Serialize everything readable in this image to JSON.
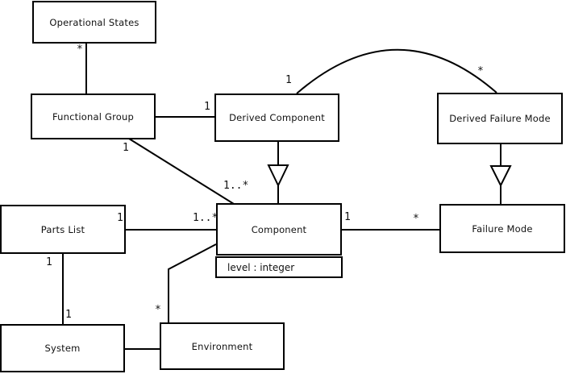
{
  "diagram": {
    "type": "uml-class-diagram",
    "background_color": "#ffffff",
    "line_color": "#000000"
  },
  "classes": [
    {
      "name": "Operational States"
    },
    {
      "name": "Functional Group"
    },
    {
      "name": "Derived Component"
    },
    {
      "name": "Derived Failure Mode"
    },
    {
      "name": "Component",
      "attributes": [
        "level : integer"
      ]
    },
    {
      "name": "Failure Mode"
    },
    {
      "name": "Parts List"
    },
    {
      "name": "System"
    },
    {
      "name": "Environment"
    }
  ],
  "relationships": [
    {
      "from": "Operational States",
      "to": "Functional Group",
      "type": "association",
      "from_label": "*",
      "to_label": ""
    },
    {
      "from": "Functional Group",
      "to": "Derived Component",
      "type": "association",
      "from_label": "",
      "to_label": "1"
    },
    {
      "from": "Functional Group",
      "to": "Component",
      "type": "association",
      "from_label": "1",
      "to_label": "1..*"
    },
    {
      "from": "Derived Component",
      "to": "Component",
      "type": "generalization",
      "from_label": "",
      "to_label": ""
    },
    {
      "from": "Derived Component",
      "to": "Derived Failure Mode",
      "type": "association-arc",
      "from_label": "1",
      "to_label": "*"
    },
    {
      "from": "Derived Failure Mode",
      "to": "Failure Mode",
      "type": "generalization",
      "from_label": "",
      "to_label": ""
    },
    {
      "from": "Component",
      "to": "Failure Mode",
      "type": "association",
      "from_label": "1",
      "to_label": "*"
    },
    {
      "from": "Parts List",
      "to": "Component",
      "type": "association",
      "from_label": "1",
      "to_label": "1..*"
    },
    {
      "from": "Parts List",
      "to": "System",
      "type": "association",
      "from_label": "1",
      "to_label": "1"
    },
    {
      "from": "Component",
      "to": "Environment",
      "type": "association",
      "from_label": "",
      "to_label": "*"
    },
    {
      "from": "System",
      "to": "Environment",
      "type": "association",
      "from_label": "",
      "to_label": ""
    }
  ]
}
